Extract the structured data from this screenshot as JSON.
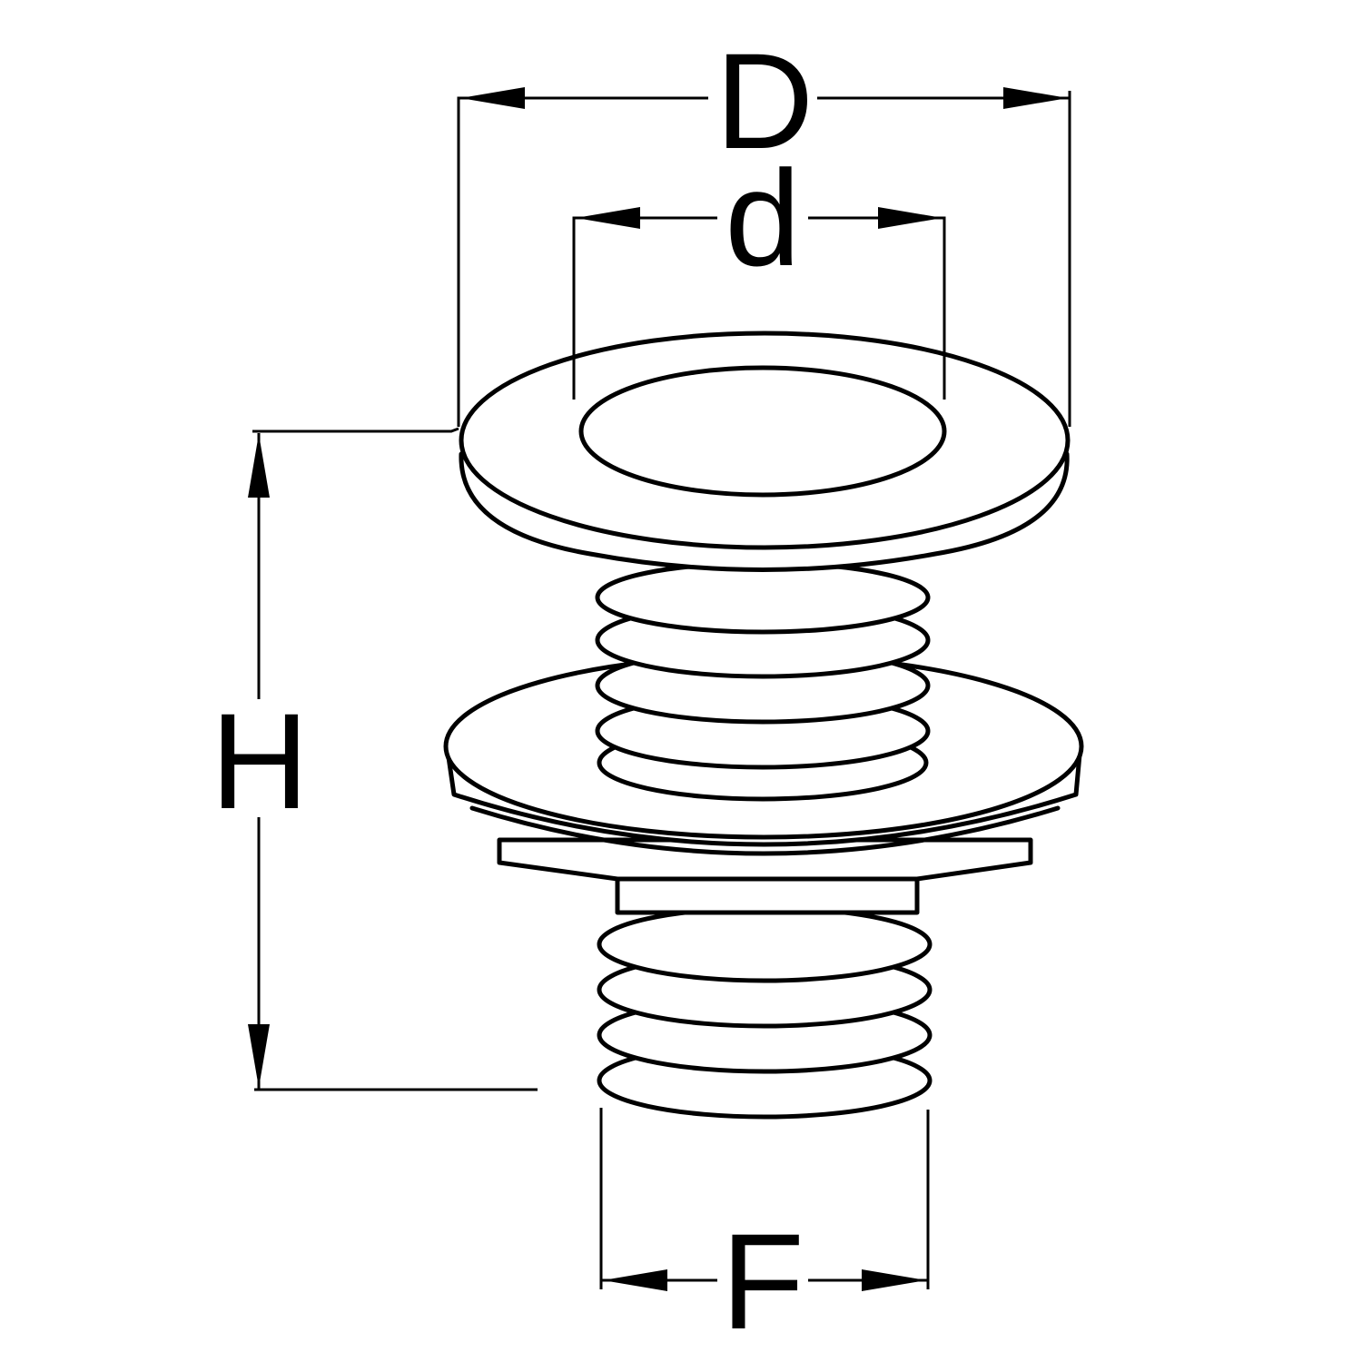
{
  "labels": {
    "outer_diameter": "D",
    "inner_diameter": "d",
    "height": "H",
    "thread": "F"
  },
  "colors": {
    "line": "#000000",
    "background": "#ffffff"
  }
}
